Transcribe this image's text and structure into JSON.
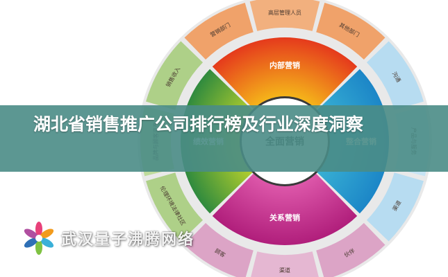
{
  "banner": {
    "title": "湖北省销售推广公司排行榜及行业深度洞察"
  },
  "watermark": {
    "text": "武汉量子沸腾网络"
  },
  "diagram": {
    "center_label": "全面营销",
    "segments": [
      {
        "label": "内部营销",
        "color": "#e53a1c",
        "light": "#f7c61a",
        "outer": [
          {
            "label": "营销部门",
            "color": "#f0a26a"
          },
          {
            "label": "高层管理人员",
            "color": "#f2b07e"
          },
          {
            "label": "其他部门",
            "color": "#f0a26a"
          }
        ]
      },
      {
        "label": "整合营销",
        "color": "#1c86c7",
        "light": "#3cb6d6",
        "outer": [
          {
            "label": "沟通",
            "color": "#b7dcf1"
          },
          {
            "label": "产品与服务",
            "color": "#c7e4f4"
          },
          {
            "label": "渠道",
            "color": "#b7dcf1"
          }
        ]
      },
      {
        "label": "关系营销",
        "color": "#b01e7b",
        "light": "#e35fb0",
        "outer": [
          {
            "label": "伙伴",
            "color": "#dca4c6"
          },
          {
            "label": "渠道",
            "color": "#e5b7d2"
          },
          {
            "label": "顾客",
            "color": "#dca4c6"
          }
        ]
      },
      {
        "label": "绩效营销",
        "color": "#2f8a3e",
        "light": "#c6d82b",
        "outer": [
          {
            "label": "伦理环境法律社区",
            "color": "#aed088"
          },
          {
            "label": "品牌与顾客资产",
            "color": "#bfdb9c"
          },
          {
            "label": "销售收入",
            "color": "#aed088"
          }
        ]
      }
    ]
  }
}
